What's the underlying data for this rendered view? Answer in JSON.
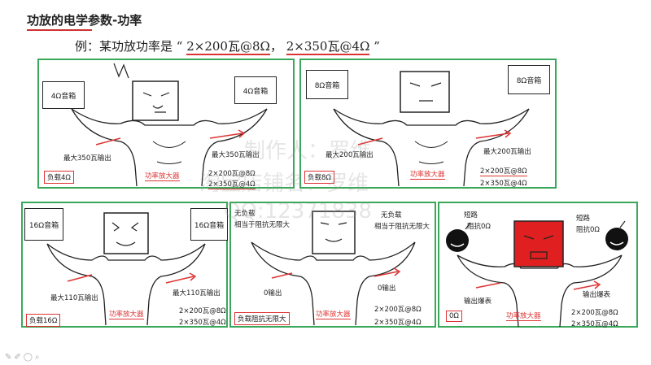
{
  "title": "功放的电学参数-功率",
  "example": {
    "prefix": "例：某功放功率是 “ ",
    "part1": "2×200瓦@8Ω",
    "sep": "， ",
    "part2": "2×350瓦@4Ω",
    "suffix": " ”"
  },
  "watermark": {
    "line1": "制作人：罗维",
    "line2": "淘宝店铺名：罗维",
    "line3": "QQ:12371838"
  },
  "panels": {
    "p1": {
      "speaker_left": "4Ω音箱",
      "speaker_right": "4Ω音箱",
      "label_left": "最大350瓦输出",
      "label_right": "最大350瓦输出",
      "load": "负载4Ω",
      "amp": "功率放大器",
      "rating1": "2×200瓦@8Ω",
      "rating2": "2×350瓦@4Ω"
    },
    "p2": {
      "speaker_left": "8Ω音箱",
      "speaker_right": "8Ω音箱",
      "label_left": "最大200瓦输出",
      "label_right": "最大200瓦输出",
      "load": "负载8Ω",
      "amp": "功率放大器",
      "rating1": "2×200瓦@8Ω",
      "rating2": "2×350瓦@4Ω"
    },
    "p3": {
      "speaker_left": "16Ω音箱",
      "speaker_right": "16Ω音箱",
      "label_left": "最大110瓦输出",
      "label_right": "最大110瓦输出",
      "load": "负载16Ω",
      "amp": "功率放大器",
      "rating1": "2×200瓦@8Ω",
      "rating2": "2×350瓦@4Ω"
    },
    "p4": {
      "noload_left": "无负载",
      "noload_left2": "相当于阻抗无限大",
      "noload_right": "无负载",
      "noload_right2": "相当于阻抗无限大",
      "label_left": "0输出",
      "label_right": "0输出",
      "load": "负载阻抗无限大",
      "amp": "功率放大器",
      "rating1": "2×200瓦@8Ω",
      "rating2": "2×350瓦@4Ω"
    },
    "p5": {
      "short_left": "短路",
      "short_left2": "阻抗0Ω",
      "short_right": "短路",
      "short_right2": "阻抗0Ω",
      "label_left": "输出爆表",
      "label_right": "输出爆表",
      "load": "0Ω",
      "amp": "功率放大器",
      "rating1": "2×200瓦@8Ω",
      "rating2": "2×350瓦@4Ω"
    }
  },
  "colors": {
    "panel_border": "#3aa85a",
    "accent_red": "#d33"
  }
}
